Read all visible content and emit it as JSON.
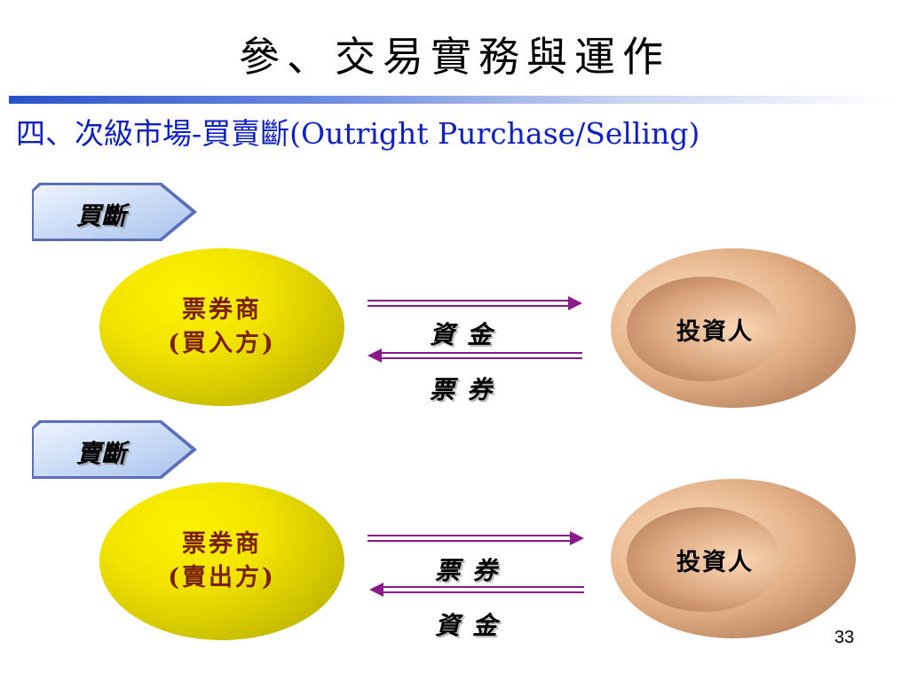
{
  "slide": {
    "title": "參、交易實務與運作",
    "subtitle": "四、次級市場-買賣斷(Outright Purchase/Selling)",
    "page_number": "33"
  },
  "buy_section": {
    "tag": "買斷",
    "dealer_line1": "票券商",
    "dealer_line2": "(買入方)",
    "investor": "投資人",
    "upper_flow_label": "資金",
    "lower_flow_label": "票券"
  },
  "sell_section": {
    "tag": "賣斷",
    "dealer_line1": "票券商",
    "dealer_line2": "(賣出方)",
    "investor": "投資人",
    "upper_flow_label": "票券",
    "lower_flow_label": "資金"
  },
  "colors": {
    "title_rule": "#2a52c8",
    "subtitle": "#1020c0",
    "dealer_fill": "#f3e400",
    "dealer_text": "#7a1f00",
    "investor_fill": "#e7b58c",
    "arrow": "#8a1a8a",
    "tag_fill": "#c6d8f5"
  }
}
